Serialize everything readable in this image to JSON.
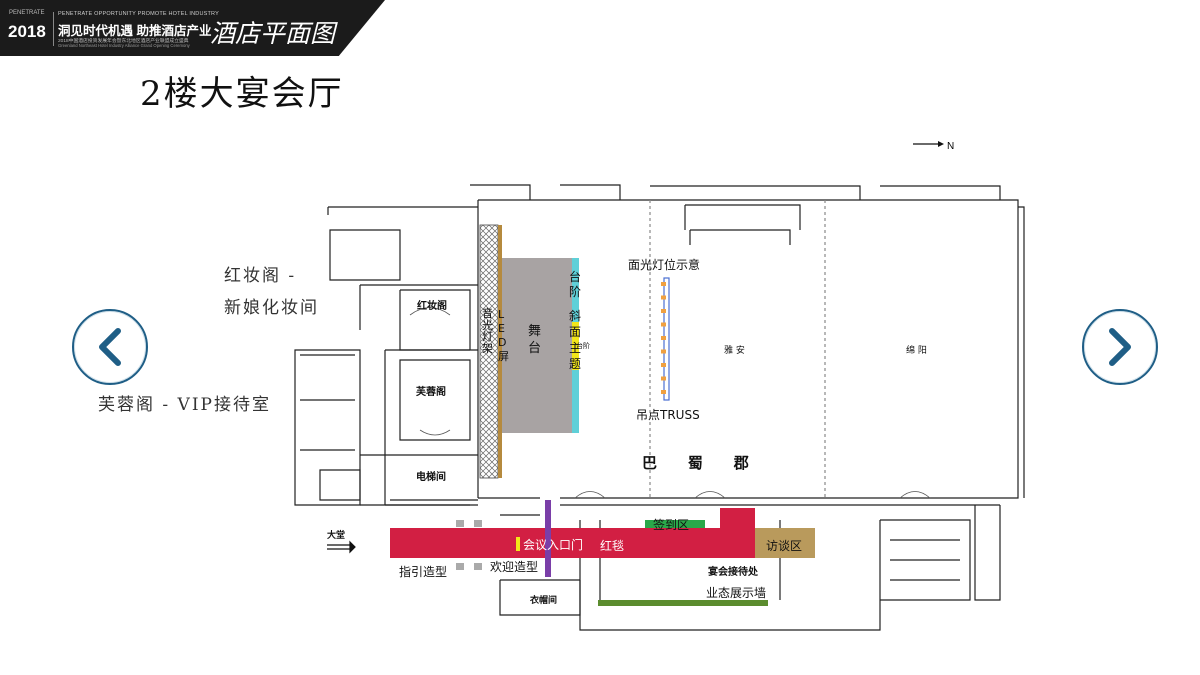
{
  "header": {
    "brand": "PENETRATE",
    "year": "2018",
    "top_line": "PENETRATE OPPORTUNITY PROMOTE HOTEL INDUSTRY",
    "main_line": "洞见时代机遇  助推酒店产业",
    "sub_line1": "2018中国酒店投资发展年会暨东北地区酒店产业联盟成立盛典",
    "sub_line2": "Greenland Northeast Hotel Industry Alliance Grand Opening Ceremony",
    "section_title": "酒店平面图"
  },
  "page_title": "2楼大宴会厅",
  "nav": {
    "prev_icon": "chevron-left-icon",
    "next_icon": "chevron-right-icon",
    "accent": "#1f5e86"
  },
  "side_labels": {
    "hongzhuang_line1": "红妆阁 -",
    "hongzhuang_line2": "新娘化妆间",
    "furong": "芙蓉阁 - VIP接待室"
  },
  "floorplan": {
    "compass": "N",
    "rooms": {
      "hongzhuang": "红妆阁",
      "furong": "芙蓉阁",
      "elevator": "电梯间",
      "cloakroom": "衣帽间",
      "lobby": "大堂",
      "yaan": "雅  安",
      "mianyang": "绵  阳",
      "bashujun": "巴    蜀    郡",
      "reception": "宴会接待处"
    },
    "stage": {
      "stage": "舞\n台",
      "led": "L\nE\nD\n屏",
      "lighting": "音\n光\n灯\n架",
      "steps": "台\n阶",
      "slope_theme": "斜\n面\n主\n题",
      "steps_tag": "台阶"
    },
    "annotations": {
      "face_light": "面光灯位示意",
      "truss": "吊点TRUSS",
      "signin": "签到区",
      "entrance": "会议入口门",
      "red_carpet": "红毯",
      "interview": "访谈区",
      "guide": "指引造型",
      "welcome": "欢迎造型",
      "exhibit_wall": "业态展示墙"
    },
    "colors": {
      "red_carpet": "#d21f43",
      "stage": "#a8a3a3",
      "led": "#b58a3e",
      "cyan": "#5fd0d8",
      "yellow": "#f2e61a",
      "purple": "#7a3ea8",
      "green": "#2aa84a",
      "olive": "#5b8c2e",
      "tan": "#b99a5c",
      "truss": "#4a6fd1",
      "truss_dots": "#f0a040"
    }
  }
}
